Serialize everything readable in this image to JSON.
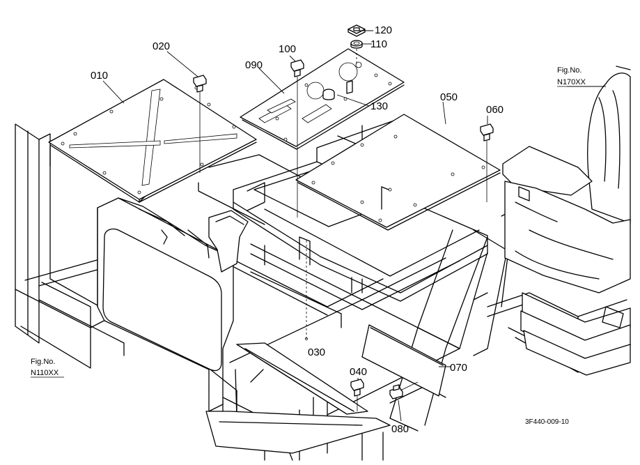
{
  "parts": {
    "p010": "010",
    "p020": "020",
    "p030": "030",
    "p040": "040",
    "p050": "050",
    "p060": "060",
    "p070": "070",
    "p080": "080",
    "p090": "090",
    "p100": "100",
    "p110": "110",
    "p120": "120",
    "p130": "130"
  },
  "fig_refs": {
    "right": {
      "label": "Fig.No.",
      "number": "N170XX"
    },
    "left": {
      "label": "Fig.No.",
      "number": "N110XX"
    }
  },
  "drawing_code": "3F440-009-10"
}
